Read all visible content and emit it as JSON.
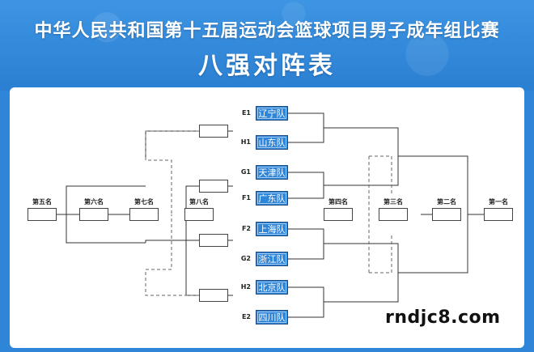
{
  "header": {
    "title": "中华人民共和国第十五届运动会篮球项目男子成年组比赛",
    "subtitle": "八强对阵表"
  },
  "teams": [
    {
      "seed": "E1",
      "name": "辽宁队"
    },
    {
      "seed": "H1",
      "name": "山东队"
    },
    {
      "seed": "G1",
      "name": "天津队"
    },
    {
      "seed": "F1",
      "name": "广东队"
    },
    {
      "seed": "F2",
      "name": "上海队"
    },
    {
      "seed": "G2",
      "name": "浙江队"
    },
    {
      "seed": "H2",
      "name": "北京队"
    },
    {
      "seed": "E2",
      "name": "四川队"
    }
  ],
  "places": {
    "fifth": "第五名",
    "sixth": "第六名",
    "seventh": "第七名",
    "eighth": "第八名",
    "fourth": "第四名",
    "third": "第三名",
    "second": "第二名",
    "first": "第一名"
  },
  "watermark": "rndjc8.com",
  "colors": {
    "banner": "#2f86d8",
    "team_box": "#2f86d8",
    "line": "#333333",
    "dashed": "#666666"
  }
}
